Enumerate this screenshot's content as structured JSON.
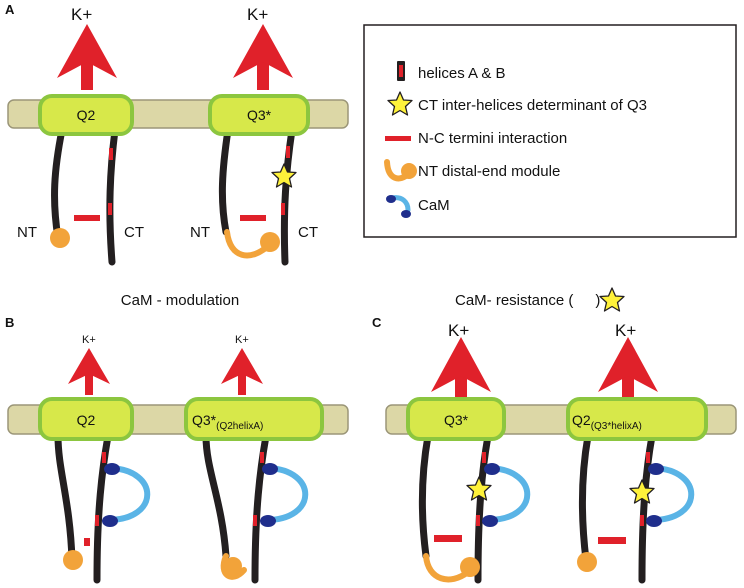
{
  "panels": {
    "a": "A",
    "b": "B",
    "c": "C"
  },
  "ion": "K+",
  "terminals": {
    "nt": "NT",
    "ct": "CT"
  },
  "channels": {
    "a1": "Q2",
    "a2": "Q3*",
    "b1": "Q2",
    "b2_main": "Q3*",
    "b2_sub": "(Q2helixA)",
    "c1": "Q3*",
    "c2_main": "Q2",
    "c2_sub": "(Q3*helixA)"
  },
  "titles": {
    "b": "CaM - modulation",
    "c_prefix": "CaM- resistance (",
    "c_suffix": ")"
  },
  "legend": {
    "helices": "helices A & B",
    "ct_determinant": "CT inter-helices determinant of Q3",
    "nc_interaction": "N-C termini interaction",
    "nt_module": "NT distal-end module",
    "cam": "CaM"
  },
  "colors": {
    "arrow": "#e0212a",
    "membrane": "#dcd7a6",
    "channel": "#d7e84a",
    "channel_border": "#8cc63f",
    "strand": "#231f20",
    "helix": "#e0212a",
    "nt_module": "#f2a33a",
    "cam_lobe": "#1f2e8c",
    "cam_linker": "#5ab4e6",
    "star": "#fff23a"
  }
}
